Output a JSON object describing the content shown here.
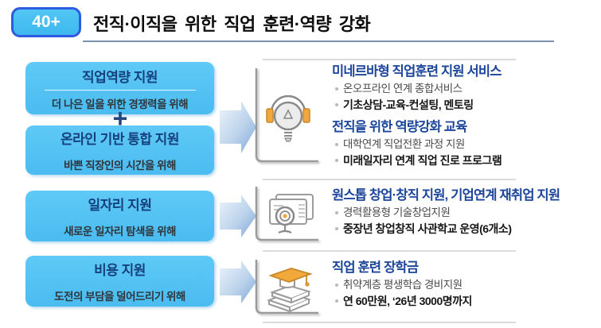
{
  "header": {
    "badge_label": "40+",
    "title": "전직·이직을 위한 직업 훈련·역량 강화"
  },
  "plus_sign": "+",
  "left_boxes": [
    {
      "title": "직업역량 지원",
      "subtitle": "더 나은 일을 위한 경쟁력을 위해"
    },
    {
      "title": "온라인 기반 통합 지원",
      "subtitle": "바쁜 직장인의 시간을 위해"
    },
    {
      "title": "일자리 지원",
      "subtitle": "새로운 일자리 탐색을 위해"
    },
    {
      "title": "비용 지원",
      "subtitle": "도전의 부담을 덜어드리기 위해"
    }
  ],
  "right_cards": [
    {
      "icon": "lightbulb-headset-icon",
      "sections": [
        {
          "title": "미네르바형 직업훈련 지원 서비스",
          "bullets": [
            "온오프라인 연계 종합서비스",
            "기초상담-교육-컨설팅, 멘토링"
          ]
        },
        {
          "title": "전직을 위한 역량강화 교육",
          "bullets": [
            "대학연계 직업전환 과정 지원",
            "미래일자리 연계 직업 진로 프로그램"
          ]
        }
      ]
    },
    {
      "icon": "presentation-screen-icon",
      "sections": [
        {
          "title": "원스톱 창업·창직 지원, 기업연계 재취업 지원",
          "bullets": [
            "경력활용형 기술창업지원",
            "중장년 창업창직 사관학교 운영(6개소)"
          ]
        }
      ]
    },
    {
      "icon": "books-graduation-cap-icon",
      "sections": [
        {
          "title": "직업 훈련 장학금",
          "bullets": [
            "취약계층 평생학습 경비지원",
            "연 60만원, ‘26년 3000명까지"
          ]
        }
      ]
    }
  ],
  "colors": {
    "badge_fill": "#45C0F1",
    "badge_border": "#2F5BE0",
    "left_box_fill": "#54C4F3",
    "left_box_title": "#15407D",
    "card_title_blue": "#1B449B",
    "accent_orange": "#F0A73B",
    "arrow_blue": "#8FB4E0",
    "header_underline": "#7E93AF"
  }
}
